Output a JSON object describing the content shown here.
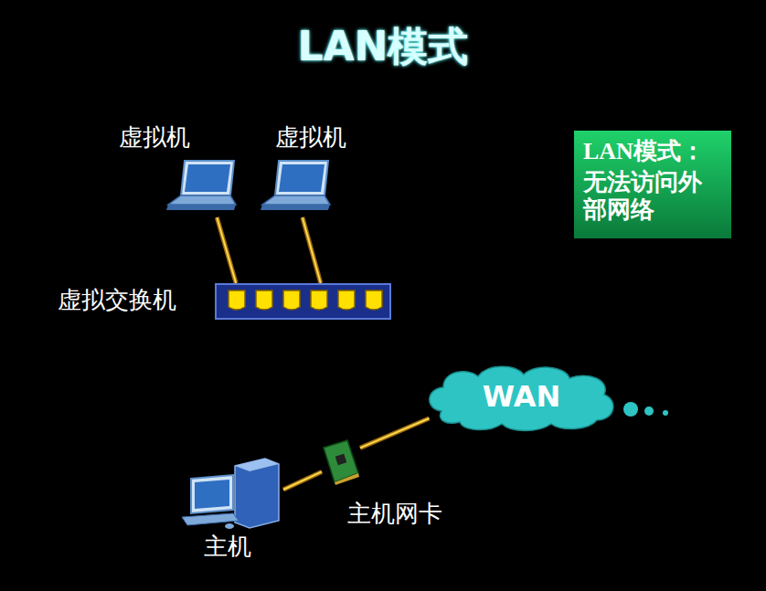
{
  "diagram": {
    "title": "LAN模式",
    "nodes": [
      {
        "text": [
          "虚拟机"
        ]
      },
      {
        "text": [
          "虚拟机"
        ]
      },
      {
        "text": [
          "LAN模式：",
          "无法访问外部网络"
        ]
      },
      {
        "text": [
          "虚拟交换机"
        ]
      },
      {
        "text": [
          "WAN"
        ]
      },
      {
        "text": [
          "主机网卡"
        ]
      },
      {
        "text": [
          "主机"
        ]
      }
    ],
    "edges": [
      {
        "from": 0,
        "to": 3,
        "arrow": "none"
      },
      {
        "from": 1,
        "to": 3,
        "arrow": "none"
      },
      {
        "from": 6,
        "to": 5,
        "arrow": "none"
      },
      {
        "from": 5,
        "to": 4,
        "arrow": "none"
      }
    ]
  }
}
